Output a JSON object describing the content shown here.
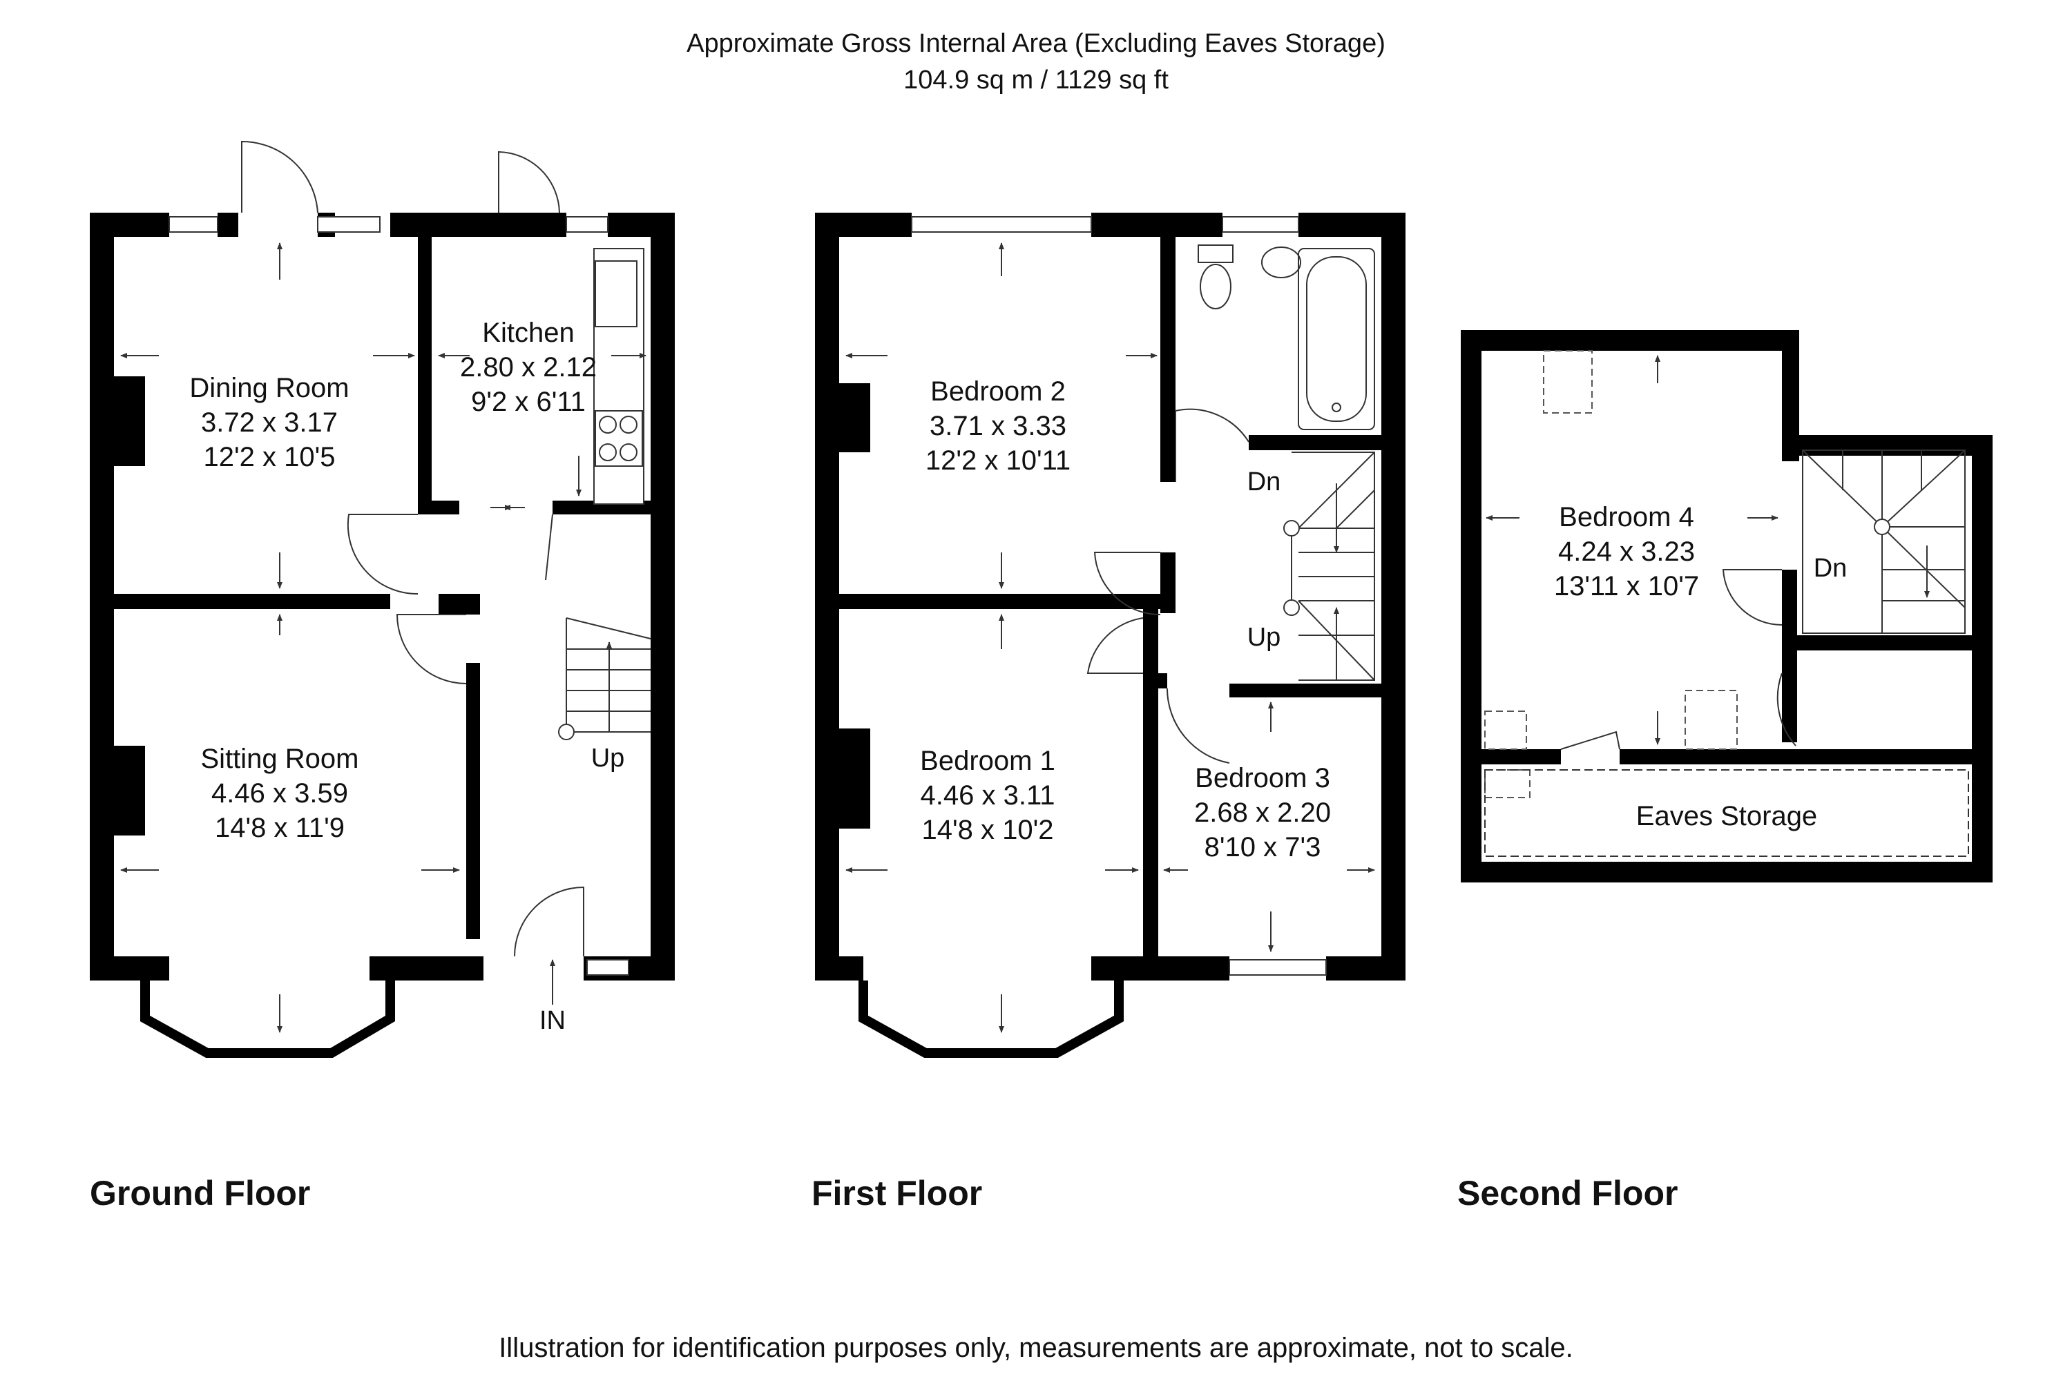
{
  "header": {
    "line1": "Approximate Gross Internal Area (Excluding Eaves Storage)",
    "line2": "104.9 sq m / 1129 sq ft"
  },
  "footer": {
    "note": "Illustration for identification purposes only, measurements are approximate, not to scale."
  },
  "floors": {
    "ground": {
      "title": "Ground Floor",
      "dining": {
        "name": "Dining Room",
        "metric": "3.72 x 3.17",
        "imperial": "12'2 x 10'5"
      },
      "kitchen": {
        "name": "Kitchen",
        "metric": "2.80 x 2.12",
        "imperial": "9'2 x 6'11"
      },
      "sitting": {
        "name": "Sitting Room",
        "metric": "4.46 x 3.59",
        "imperial": "14'8 x 11'9"
      },
      "up": "Up",
      "entrance": "IN"
    },
    "first": {
      "title": "First Floor",
      "bedroom2": {
        "name": "Bedroom 2",
        "metric": "3.71 x 3.33",
        "imperial": "12'2 x 10'11"
      },
      "bedroom1": {
        "name": "Bedroom 1",
        "metric": "4.46 x 3.11",
        "imperial": "14'8 x 10'2"
      },
      "bedroom3": {
        "name": "Bedroom 3",
        "metric": "2.68 x 2.20",
        "imperial": "8'10 x 7'3"
      },
      "dn": "Dn",
      "up": "Up"
    },
    "second": {
      "title": "Second Floor",
      "bedroom4": {
        "name": "Bedroom 4",
        "metric": "4.24 x 3.23",
        "imperial": "13'11 x 10'7"
      },
      "eaves": "Eaves Storage",
      "dn": "Dn"
    }
  },
  "colors": {
    "wall": "#000000",
    "line": "#333333",
    "background": "#ffffff"
  }
}
